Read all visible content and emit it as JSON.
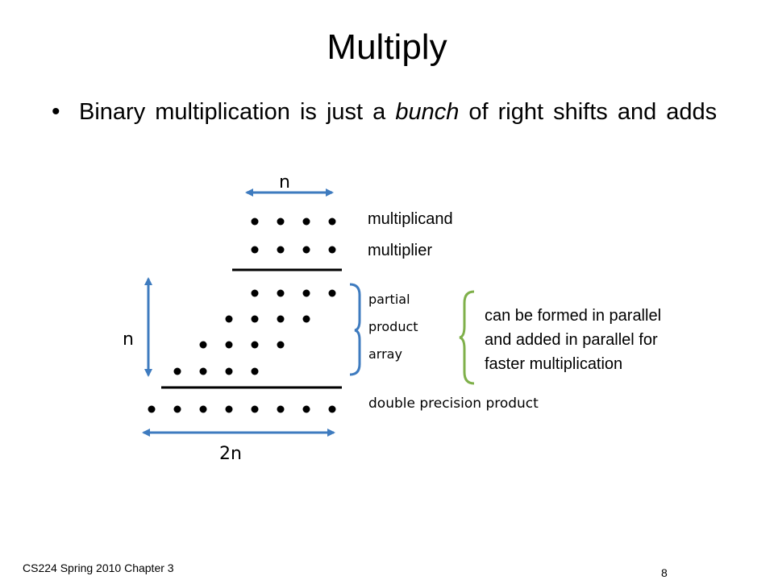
{
  "slide": {
    "title": "Multiply",
    "bullet": {
      "before": "Binary multiplication is just a ",
      "emphasis": "bunch",
      "after": " of right shifts and adds"
    }
  },
  "diagram": {
    "width_label_top": "n",
    "height_label_left": "n",
    "width_label_bottom": "2n",
    "row_labels": {
      "multiplicand": "multiplicand",
      "multiplier": "multiplier",
      "partial_line1": "partial",
      "partial_line2": "product",
      "partial_line3": "array",
      "product": "double precision product"
    },
    "note_lines": [
      "can be formed in parallel",
      "and added in parallel for",
      "faster multiplication"
    ],
    "colors": {
      "arrow": "#3e7bbf",
      "brace_blue": "#3e7bbf",
      "brace_green": "#7fb04a"
    }
  },
  "footer": {
    "course": "CS224 Spring 2010 Chapter 3",
    "page_number": "8"
  }
}
